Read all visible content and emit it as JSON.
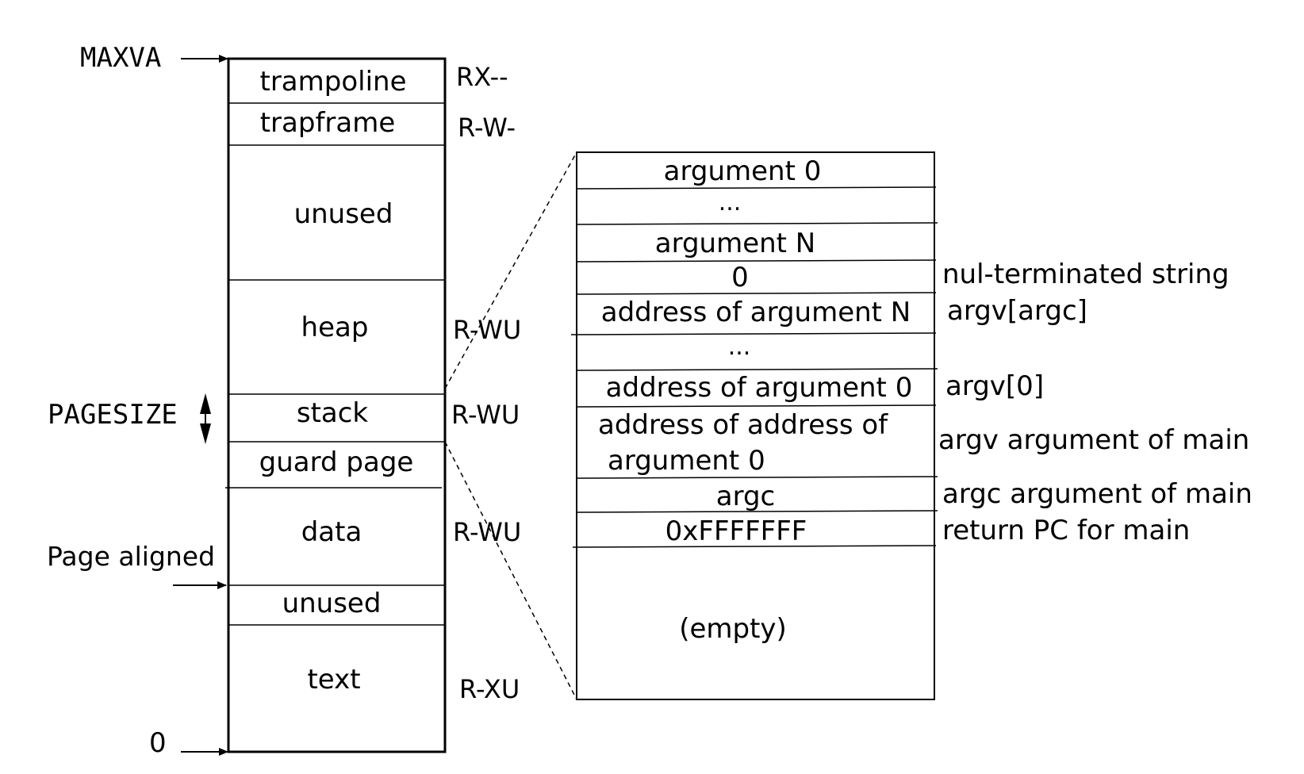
{
  "address_labels": {
    "maxva": "MAXVA",
    "pagesize": "PAGESIZE",
    "page_aligned": "Page aligned",
    "zero": "0"
  },
  "regions": [
    {
      "label": "trampoline",
      "perm": "RX--"
    },
    {
      "label": "trapframe",
      "perm": "R-W-"
    },
    {
      "label": "unused",
      "perm": ""
    },
    {
      "label": "heap",
      "perm": "R-WU"
    },
    {
      "label": "stack",
      "perm": "R-WU"
    },
    {
      "label": "guard page",
      "perm": ""
    },
    {
      "label": "data",
      "perm": "R-WU"
    },
    {
      "label": "unused",
      "perm": ""
    },
    {
      "label": "text",
      "perm": "R-XU"
    }
  ],
  "stack_detail": [
    {
      "label": "argument 0",
      "annotation": ""
    },
    {
      "label": "...",
      "annotation": ""
    },
    {
      "label": "argument N",
      "annotation": ""
    },
    {
      "label": "0",
      "annotation": "nul-terminated string"
    },
    {
      "label": "address of argument N",
      "annotation": "argv[argc]"
    },
    {
      "label": "...",
      "annotation": ""
    },
    {
      "label": "address of argument 0",
      "annotation": "argv[0]"
    },
    {
      "label_line1": "address of address of",
      "label_line2": "argument 0",
      "annotation": "argv argument of main"
    },
    {
      "label": "argc",
      "annotation": "argc argument of main"
    },
    {
      "label": "0xFFFFFFF",
      "annotation": "return PC for main"
    },
    {
      "label": "(empty)",
      "annotation": ""
    }
  ]
}
